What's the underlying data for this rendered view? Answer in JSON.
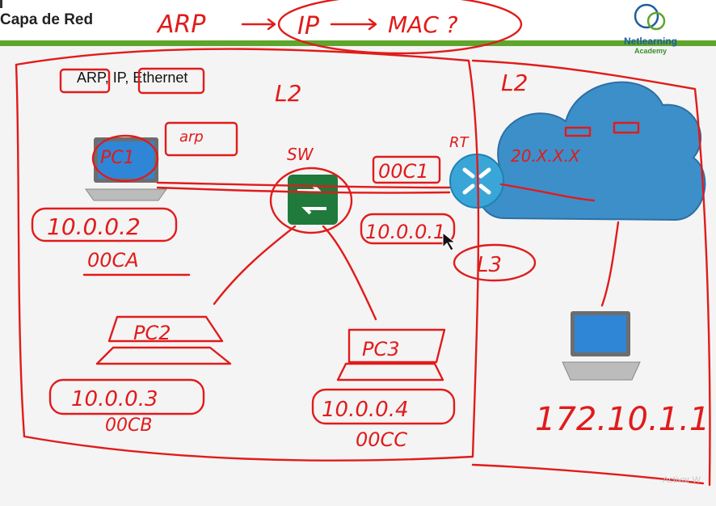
{
  "slide": {
    "title": "Capa de Red",
    "logo_name": "Netlearning",
    "logo_sub": "Academy",
    "label_box": "ARP, IP, Ethernet",
    "watermark": "Activar W"
  },
  "annotations": {
    "top_formula_arp": "ARP",
    "top_formula_ip": "IP",
    "top_formula_mac": "MAC ?",
    "l2_left": "L2",
    "l2_right": "L2",
    "l3": "L3",
    "sw": "SW",
    "pc1": "PC1",
    "pc2": "PC2",
    "pc3": "PC3",
    "pc1_ip": "10.0.0.2",
    "pc1_mac": "00CA",
    "pc2_ip": "10.0.0.3",
    "pc2_mac": "00CB",
    "pc3_ip": "10.0.0.4",
    "pc3_mac": "00CC",
    "router_ip": "10.0.0.1",
    "router_mac": "00C1",
    "router_tag": "RT",
    "arp_box": "arp",
    "cloud_net": "20.X.X.X",
    "remote_ip": "172.10.1.1"
  },
  "colors": {
    "ink": "#e11b1b",
    "green_bar": "#5ea52c",
    "switch": "#1f7a3c",
    "router": "#3aa6d8",
    "cloud": "#3d8fc9",
    "laptop_screen": "#2f86d6"
  }
}
